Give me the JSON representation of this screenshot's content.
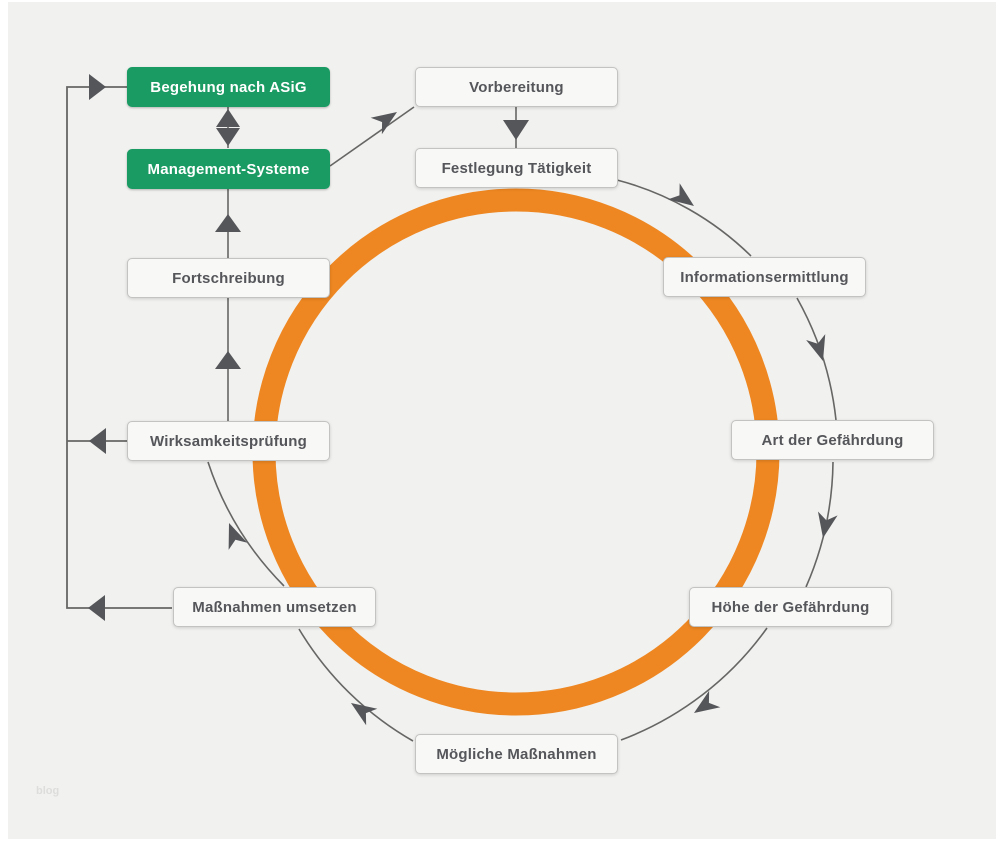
{
  "diagram": {
    "watermark": "blog",
    "colors": {
      "green": "#1a9b63",
      "orange": "#ee8722",
      "line": "#666665",
      "arrow": "#55565a",
      "bg": "#f1f1ef"
    },
    "nodes": [
      {
        "id": "begehung",
        "label": "Begehung nach ASiG",
        "style": "green"
      },
      {
        "id": "management",
        "label": "Management-Systeme",
        "style": "green"
      },
      {
        "id": "vorbereitung",
        "label": "Vorbereitung",
        "style": "plain"
      },
      {
        "id": "festlegung",
        "label": "Festlegung Tätigkeit",
        "style": "plain"
      },
      {
        "id": "fortschreibung",
        "label": "Fortschreibung",
        "style": "plain"
      },
      {
        "id": "information",
        "label": "Informationsermittlung",
        "style": "plain"
      },
      {
        "id": "wirksamkeit",
        "label": "Wirksamkeitsprüfung",
        "style": "plain"
      },
      {
        "id": "art",
        "label": "Art der Gefährdung",
        "style": "plain"
      },
      {
        "id": "umsetzen",
        "label": "Maßnahmen umsetzen",
        "style": "plain"
      },
      {
        "id": "hoehe",
        "label": "Höhe der Gefährdung",
        "style": "plain"
      },
      {
        "id": "moegliche",
        "label": "Mögliche Maßnahmen",
        "style": "plain"
      }
    ]
  }
}
